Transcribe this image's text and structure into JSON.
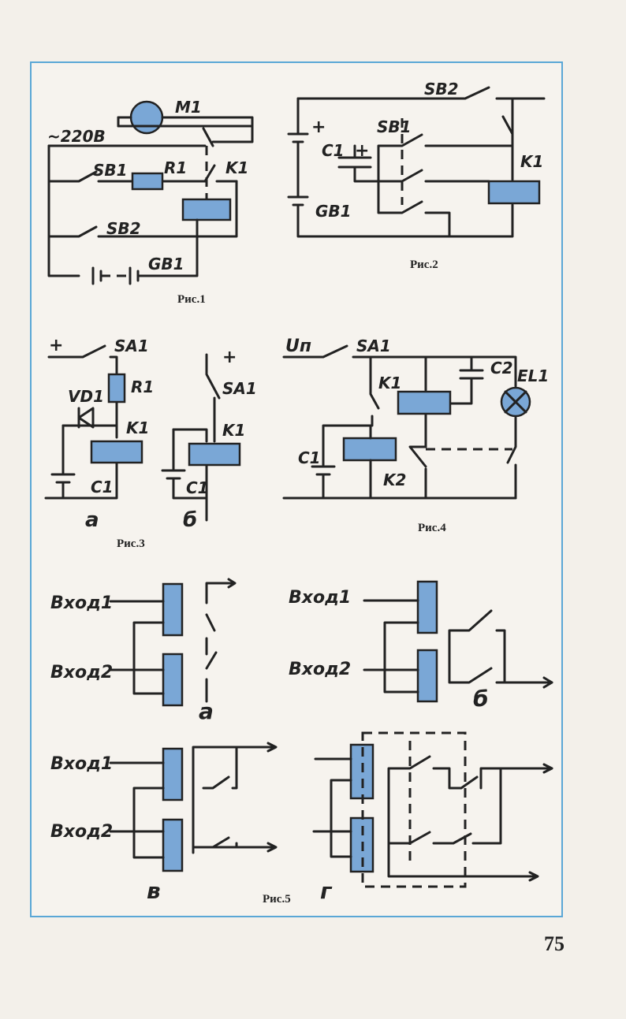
{
  "page_number": "75",
  "figures": {
    "fig1": {
      "caption": "Рис.1",
      "labels": {
        "supply": "~220В",
        "motor": "M1",
        "sb1": "SB1",
        "r1": "R1",
        "k1": "K1",
        "sb2": "SB2",
        "gb1": "GB1"
      }
    },
    "fig2": {
      "caption": "Рис.2",
      "labels": {
        "sb2": "SB2",
        "sb1": "SB1",
        "c1": "C1",
        "k1": "K1",
        "gb1": "GB1",
        "plus1": "+",
        "plus2": "+"
      }
    },
    "fig3": {
      "caption": "Рис.3",
      "labels": {
        "plus_a": "+",
        "sa1_a": "SA1",
        "r1": "R1",
        "vd1": "VD1",
        "k1_a": "K1",
        "c1_a": "C1",
        "sub_a": "а",
        "plus_b": "+",
        "sa1_b": "SA1",
        "k1_b": "K1",
        "c1_b": "C1",
        "sub_b": "б"
      }
    },
    "fig4": {
      "caption": "Рис.4",
      "labels": {
        "up": "Uп",
        "sa1": "SA1",
        "c2": "C2",
        "el1": "EL1",
        "k1": "K1",
        "c1": "C1",
        "k2": "K2"
      }
    },
    "fig5": {
      "caption": "Рис.5",
      "labels": {
        "in1_a": "Вход1",
        "in2_a": "Вход2",
        "sub_a": "а",
        "in1_b": "Вход1",
        "in2_b": "Вход2",
        "sub_b": "б",
        "in1_v": "Вход1",
        "in2_v": "Вход2",
        "sub_v": "в",
        "sub_g": "г"
      }
    }
  }
}
